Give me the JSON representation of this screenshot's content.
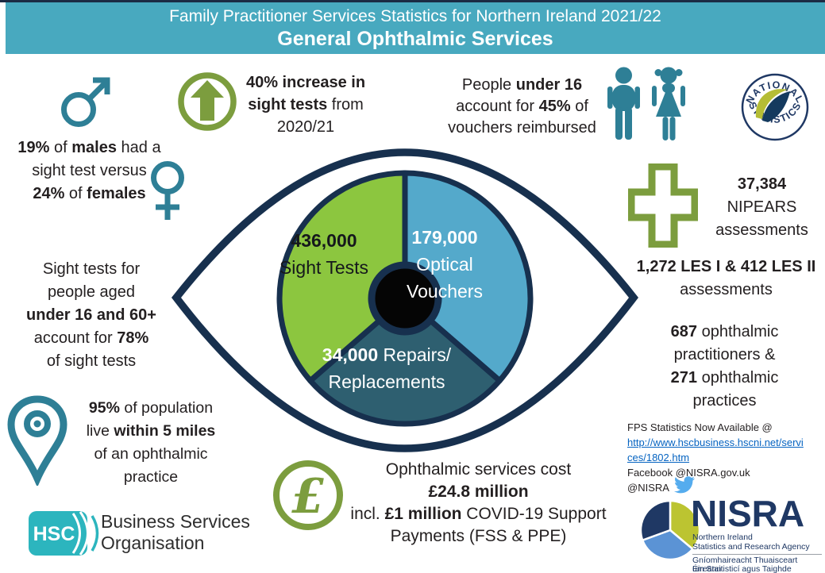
{
  "header": {
    "line1": "Family Practitioner Services Statistics for Northern Ireland 2021/22",
    "line2": "General Ophthalmic Services"
  },
  "colors": {
    "header_teal": "#48a9bf",
    "icon_teal": "#2e7f96",
    "olive_green": "#7c9d3e",
    "pie_green": "#8cc63f",
    "pie_blue": "#54a9cb",
    "pie_dark": "#2e5f70",
    "eye_navy": "#17304e",
    "link_blue": "#0563c1",
    "twitter_blue": "#55acee",
    "hsc_teal": "#2cb5be",
    "nisra_navy": "#1f3864",
    "nisra_lime": "#bcc431",
    "nisra_blue": "#5b93d5"
  },
  "chart_data": {
    "type": "pie",
    "title": "General Ophthalmic Services 2021/22",
    "labels": [
      "Sight Tests",
      "Optical Vouchers",
      "Repairs/Replacements"
    ],
    "values": [
      436000,
      179000,
      34000
    ],
    "value_labels": [
      "436,000 Sight Tests",
      "179,000 Optical Vouchers",
      "34,000 Repairs/Replacements"
    ],
    "colors": [
      "#8cc63f",
      "#54a9cb",
      "#2e5f70"
    ],
    "legend_position": "on-slices"
  },
  "pie": {
    "green": {
      "lines": [
        [
          {
            "t": "436,000",
            "b": true
          }
        ],
        [
          {
            "t": "Sight Tests"
          }
        ]
      ]
    },
    "blue": {
      "lines": [
        [
          {
            "t": "179,000",
            "b": true
          }
        ],
        [
          {
            "t": "Optical"
          }
        ],
        [
          {
            "t": "Vouchers"
          }
        ]
      ]
    },
    "dark": {
      "lines": [
        [
          {
            "t": "34,000",
            "b": true
          },
          {
            "t": " Repairs/"
          }
        ],
        [
          {
            "t": "Replacements"
          }
        ]
      ]
    }
  },
  "blocks": {
    "males": {
      "lines": [
        [
          {
            "t": "19%",
            "b": true
          },
          {
            "t": " of "
          },
          {
            "t": "males",
            "b": true
          },
          {
            "t": " had a"
          }
        ],
        [
          {
            "t": "sight test versus"
          }
        ],
        [
          {
            "t": "24%",
            "b": true
          },
          {
            "t": " of "
          },
          {
            "t": "females",
            "b": true
          }
        ]
      ]
    },
    "increase": {
      "lines": [
        [
          {
            "t": "40% increase in",
            "b": true
          }
        ],
        [
          {
            "t": "sight tests",
            "b": true
          },
          {
            "t": " from"
          }
        ],
        [
          {
            "t": "2020/21"
          }
        ]
      ]
    },
    "under16": {
      "lines": [
        [
          {
            "t": "People "
          },
          {
            "t": "under 16",
            "b": true
          }
        ],
        [
          {
            "t": "account for "
          },
          {
            "t": "45%",
            "b": true
          },
          {
            "t": " of"
          }
        ],
        [
          {
            "t": "vouchers reimbursed"
          }
        ]
      ]
    },
    "nipears": {
      "lines": [
        [
          {
            "t": "37,384",
            "b": true
          }
        ],
        [
          {
            "t": "NIPEARS"
          }
        ],
        [
          {
            "t": "assessments"
          }
        ]
      ]
    },
    "les": {
      "lines": [
        [
          {
            "t": "1,272 LES I & 412 LES II",
            "b": true
          }
        ],
        [
          {
            "t": "assessments"
          }
        ]
      ]
    },
    "practitioners": {
      "lines": [
        [
          {
            "t": "687",
            "b": true
          },
          {
            "t": " ophthalmic"
          }
        ],
        [
          {
            "t": "practitioners &"
          }
        ],
        [
          {
            "t": "271",
            "b": true
          },
          {
            "t": " ophthalmic"
          }
        ],
        [
          {
            "t": "practices"
          }
        ]
      ]
    },
    "sight_age": {
      "lines": [
        [
          {
            "t": "Sight tests for"
          }
        ],
        [
          {
            "t": "people aged"
          }
        ],
        [
          {
            "t": "under 16 and 60+",
            "b": true
          }
        ],
        [
          {
            "t": "account for "
          },
          {
            "t": "78%",
            "b": true
          }
        ],
        [
          {
            "t": "of sight tests"
          }
        ]
      ]
    },
    "population": {
      "lines": [
        [
          {
            "t": "95%",
            "b": true
          },
          {
            "t": " of population"
          }
        ],
        [
          {
            "t": "live "
          },
          {
            "t": "within 5 miles",
            "b": true
          }
        ],
        [
          {
            "t": "of an ophthalmic"
          }
        ],
        [
          {
            "t": "practice"
          }
        ]
      ]
    },
    "cost": {
      "lines": [
        [
          {
            "t": "Ophthalmic services cost"
          }
        ],
        [
          {
            "t": "£24.8 million",
            "b": true
          }
        ],
        [
          {
            "t": "incl. "
          },
          {
            "t": "£1 million",
            "b": true
          },
          {
            "t": " COVID-19 Support"
          }
        ],
        [
          {
            "t": "Payments (FSS & PPE)"
          }
        ]
      ]
    },
    "fps": {
      "lines": [
        [
          {
            "t": "FPS Statistics Now Available @"
          }
        ],
        [
          {
            "t": "http://www.hscbusiness.hscni.net/servi",
            "link": true
          }
        ],
        [
          {
            "t": "ces/1802.htm",
            "link": true
          }
        ],
        [
          {
            "t": "Facebook @NISRA.gov.uk"
          }
        ],
        [
          {
            "t": "@NISRA"
          }
        ]
      ]
    }
  },
  "badges": {
    "national_statistics": {
      "top": "NATIONAL",
      "bottom": "STATISTICS"
    },
    "hsc": {
      "acronym": "HSC",
      "line1": "Business Services",
      "line2": "Organisation"
    },
    "nisra": {
      "name": "NISRA",
      "sub1": "Northern Ireland",
      "sub2": "Statistics and Research Agency",
      "irish1": "Gníomhaireacht Thuaisceart Éireann",
      "irish2": "um Staitisticí agus Taighde"
    }
  }
}
